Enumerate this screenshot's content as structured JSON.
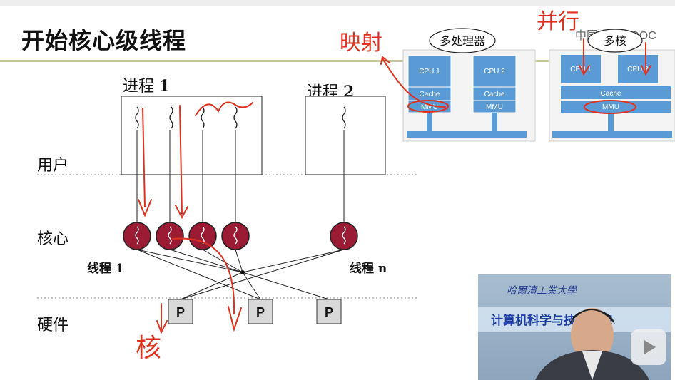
{
  "slide": {
    "title": "开始核心级线程",
    "process1_label": "进程",
    "process1_num": "1",
    "process2_label": "进程",
    "process2_num": "2",
    "layer_user": "用户",
    "layer_kernel": "核心",
    "layer_hardware": "硬件",
    "thread1_label": "线程 1",
    "threadn_label": "线程 n",
    "cpu_label": "P"
  },
  "multiprocessor": {
    "title": "多处理器",
    "cpu1": "CPU 1",
    "cpu2": "CPU 2",
    "cache": "Cache",
    "mmu": "MMU"
  },
  "multicore": {
    "title": "多核",
    "cpu1": "CPU 1",
    "cpu2": "CPU 2",
    "cache": "Cache",
    "mmu": "MMU"
  },
  "annotations": {
    "mapping": "映射",
    "parallel": "并行",
    "core": "核"
  },
  "watermark": {
    "text": "中国大学MOOC"
  },
  "video": {
    "school": "哈爾濱工業大學",
    "department": "计算机科学与技术学院"
  },
  "colors": {
    "kernel_thread": "#9b1b35",
    "box_blue": "#5b9bd5",
    "ink_red": "#e0301e"
  }
}
